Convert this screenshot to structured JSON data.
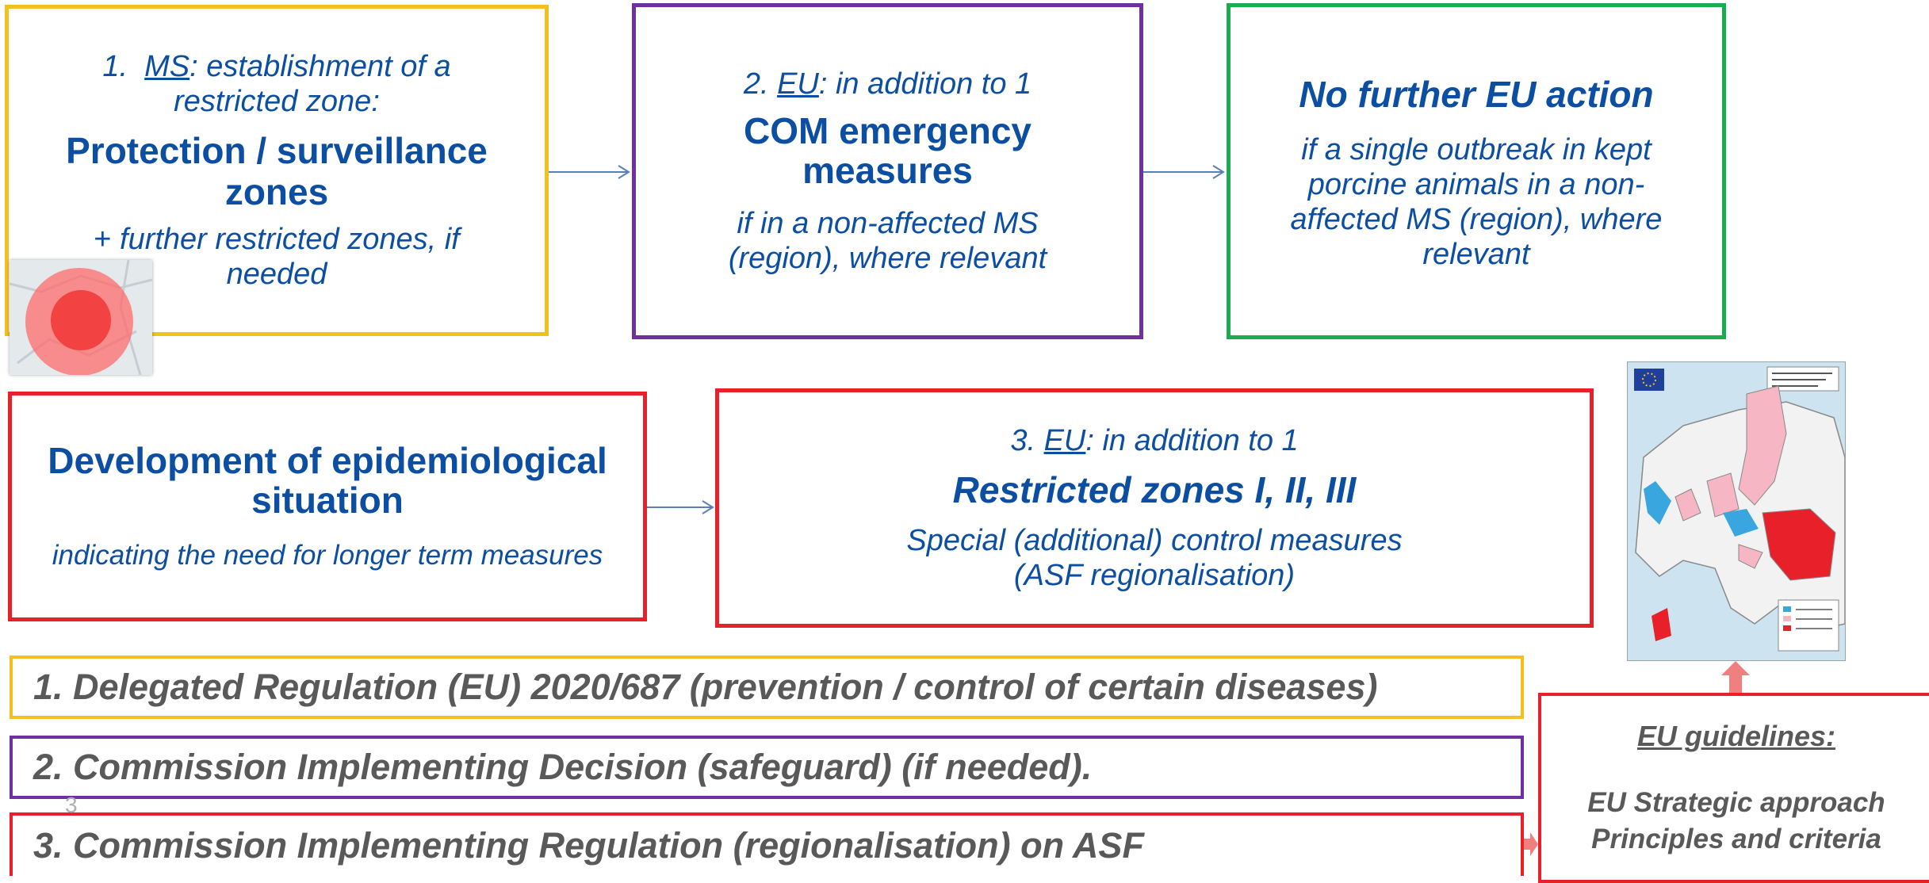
{
  "colors": {
    "blue_text": "#0b4ea2",
    "gray_text": "#595959",
    "yellow": "#f4c01e",
    "purple": "#7030a0",
    "green": "#1aad4d",
    "red": "#e8202a",
    "pink_arrow": "#f08080"
  },
  "box1": {
    "line1_num": "1.",
    "line1_ms": "MS",
    "line1_rest": ": establishment of a",
    "line2": "restricted zone:",
    "title": "Protection / surveillance zones",
    "plus": "+",
    "note": " further restricted zones, if needed"
  },
  "box2": {
    "line1_num": "2.",
    "line1_eu": "EU",
    "line1_rest": ": in addition to 1",
    "title": "COM emergency measures",
    "note": "if in a non-affected MS (region), where relevant"
  },
  "box3": {
    "title": "No further EU action",
    "note": "if a single outbreak in kept porcine animals in a non-affected MS (region), where relevant"
  },
  "box4": {
    "title": "Development of epidemiological situation",
    "note": "indicating the need for longer term measures"
  },
  "box5": {
    "line1_num": "3.",
    "line1_eu": "EU",
    "line1_rest": ": in addition to 1",
    "title": "Restricted zones I, II, III",
    "note": "Special (additional) control measures (ASF regionalisation)"
  },
  "bars": {
    "bar1": "1. Delegated Regulation (EU) 2020/687 (prevention / control of certain diseases)",
    "bar2": "2. Commission Implementing Decision (safeguard) (if needed).",
    "bar3": "3. Commission Implementing Regulation (regionalisation) on ASF"
  },
  "slide_number": "3",
  "guidelines": {
    "heading": "EU guidelines:",
    "line1": "EU Strategic approach",
    "line2": "Principles and criteria"
  },
  "icons": {
    "zone_map": "zone-map-icon",
    "europe_map": "europe-map-icon"
  }
}
